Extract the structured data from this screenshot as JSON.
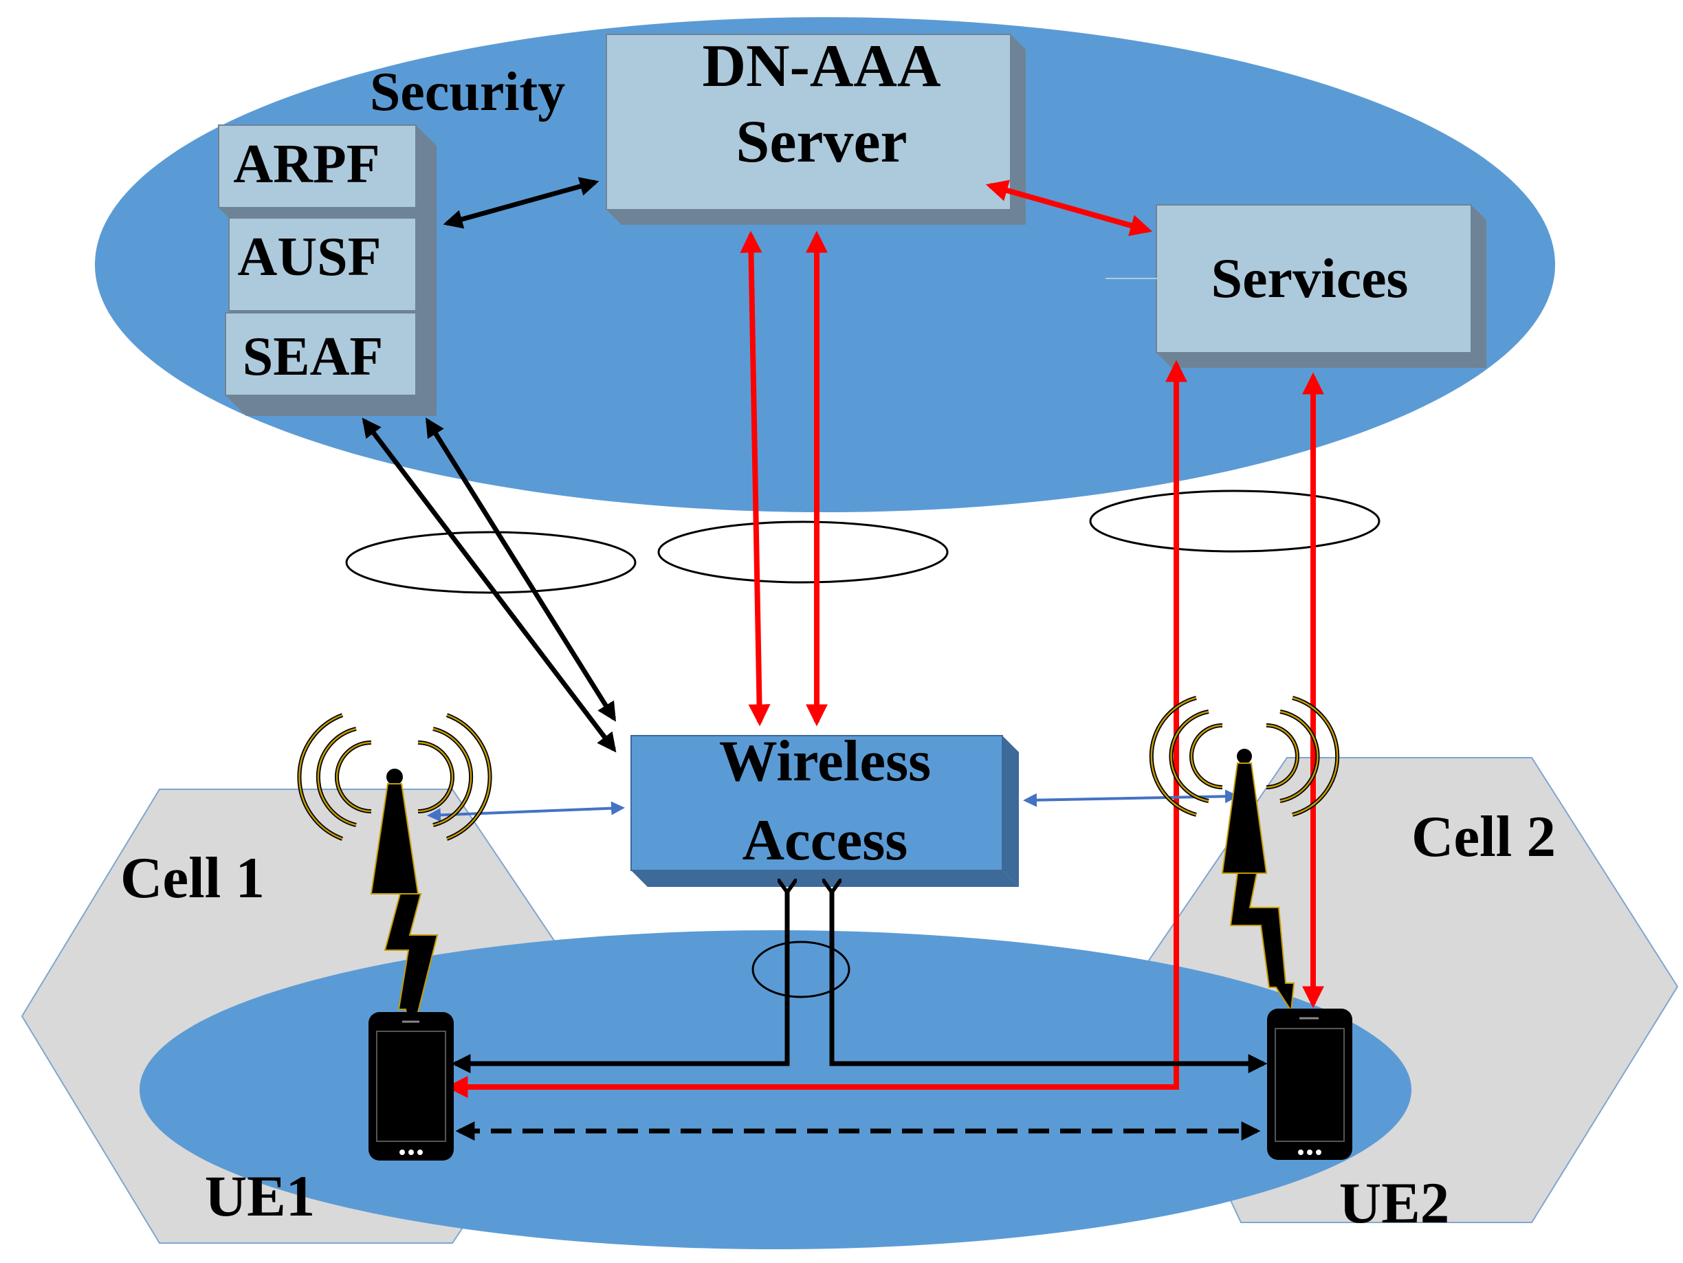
{
  "labels": {
    "security": "Security",
    "dn_aaa_line1": "DN-AAA",
    "dn_aaa_line2": "Server",
    "arpf": "ARPF",
    "ausf": "AUSF",
    "seaf": "SEAF",
    "services": "Services",
    "wireless_line1": "Wireless",
    "wireless_line2": "Access",
    "cell1": "Cell 1",
    "cell2": "Cell 2",
    "ue1": "UE1",
    "ue2": "UE2"
  },
  "icons": {
    "antenna": "antenna-tower-icon",
    "signal": "lightning-bolt-icon",
    "phone": "smartphone-icon"
  },
  "colors": {
    "ellipse_blue": "#5b9bd5",
    "box_light": "#adcadc",
    "box_wireless": "#5b9bd5",
    "cell_gray": "#d9d9d9",
    "arrow_red": "#ff0000",
    "arrow_black": "#000000",
    "arrow_blue": "#4472c4",
    "antenna_yellow": "#c59b00"
  }
}
